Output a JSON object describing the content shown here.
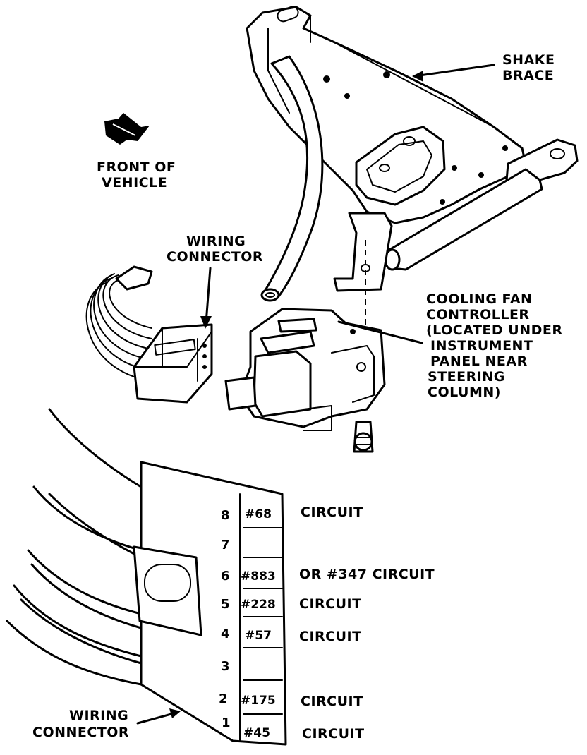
{
  "labels": {
    "shake_brace": [
      "SHAKE",
      "BRACE"
    ],
    "front_of_vehicle": [
      "FRONT OF",
      "VEHICLE"
    ],
    "wiring_connector_top": [
      "WIRING",
      "CONNECTOR"
    ],
    "cooling_fan_controller": [
      "COOLING FAN",
      "CONTROLLER",
      "(LOCATED UNDER",
      "INSTRUMENT",
      "PANEL NEAR",
      "STEERING",
      "COLUMN)"
    ],
    "wiring_connector_bottom": [
      "WIRING",
      "CONNECTOR"
    ]
  },
  "connector_pins": [
    {
      "pin": "8",
      "circuit": "#68",
      "desc": "CIRCUIT"
    },
    {
      "pin": "7",
      "circuit": "",
      "desc": ""
    },
    {
      "pin": "6",
      "circuit": "#883",
      "desc": "OR #347 CIRCUIT"
    },
    {
      "pin": "5",
      "circuit": "#228",
      "desc": "CIRCUIT"
    },
    {
      "pin": "4",
      "circuit": "#57",
      "desc": "CIRCUIT"
    },
    {
      "pin": "3",
      "circuit": "",
      "desc": ""
    },
    {
      "pin": "2",
      "circuit": "#175",
      "desc": "CIRCUIT"
    },
    {
      "pin": "1",
      "circuit": "#45",
      "desc": "CIRCUIT"
    }
  ]
}
